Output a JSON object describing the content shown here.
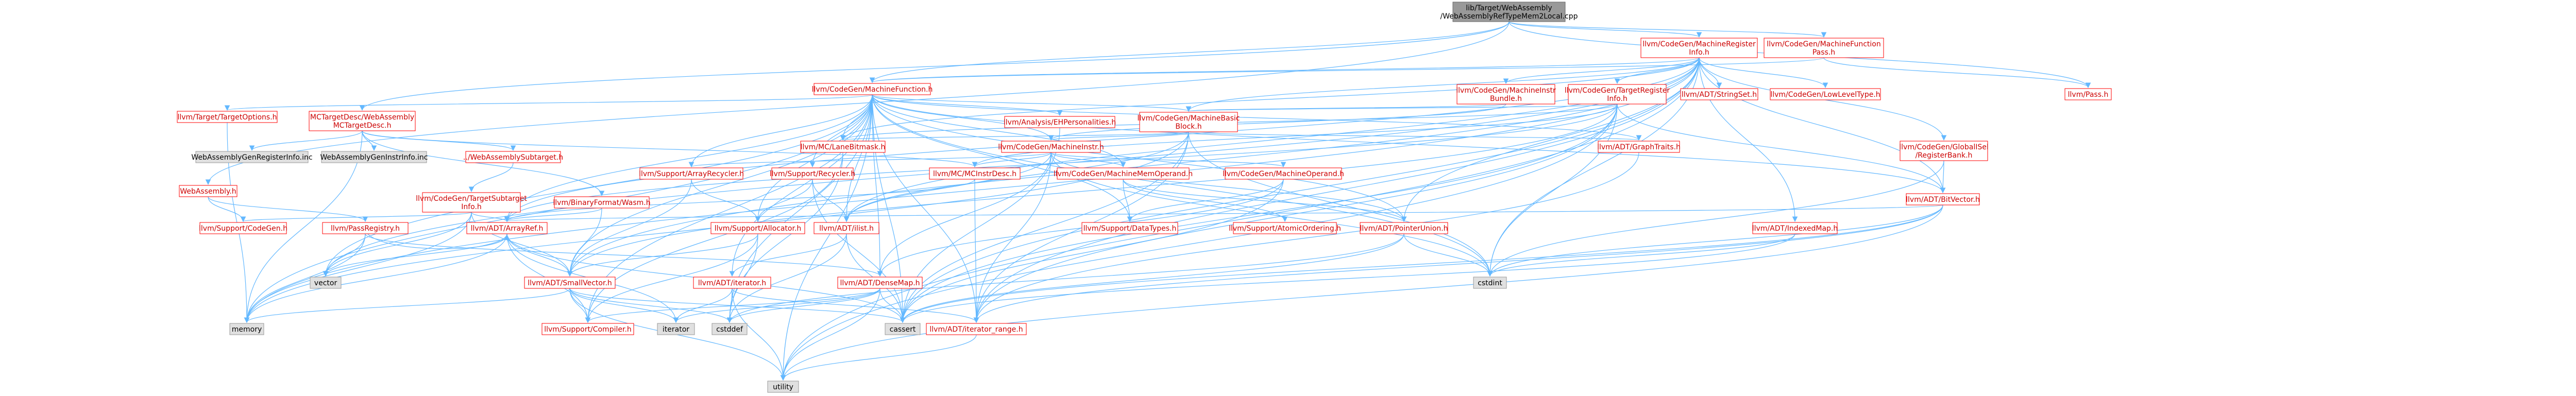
{
  "colors": {
    "root_fill": "#999999",
    "root_stroke": "#666666",
    "normal_fill": "#ffffff",
    "normal_stroke": "#ff0000",
    "leaf_fill": "#e0e0e0",
    "leaf_stroke": "#999999",
    "text_dark": "#000000",
    "text_red": "#cc0000",
    "edge": "#63b8ff"
  },
  "nodes": {
    "root": "lib/Target/WebAssembly\n/WebAssemblyRefTypeMem2Local.cpp",
    "mri": "llvm/CodeGen/MachineRegister\nInfo.h",
    "mfpass": "llvm/CodeGen/MachineFunction\nPass.h",
    "mcdesc": "MCTargetDesc/WebAssembly\nMCTargetDesc.h",
    "wasm": "WebAssembly.h",
    "mf": "llvm/CodeGen/MachineFunction.h",
    "mibundle": "llvm/CodeGen/MachineInstr\nBundle.h",
    "tri": "llvm/CodeGen/TargetRegister\nInfo.h",
    "stringset": "llvm/ADT/StringSet.h",
    "lowlevel": "llvm/CodeGen/LowLevelType.h",
    "pass": "llvm/Pass.h",
    "gisel": "llvm/CodeGen/GlobalISel\n/RegisterBank.h",
    "targetoptions": "llvm/Target/TargetOptions.h",
    "subtarget": "../WebAssemblySubtarget.h",
    "reginfoinc": "WebAssemblyGenRegisterInfo.inc",
    "instrinfoinc": "WebAssemblyGenInstrInfo.inc",
    "ehpers": "llvm/Analysis/EHPersonalities.h",
    "lanebitmask": "llvm/MC/LaneBitmask.h",
    "mbb": "llvm/CodeGen/MachineBasic\nBlock.h",
    "graphtraits": "llvm/ADT/GraphTraits.h",
    "bitvector": "llvm/ADT/BitVector.h",
    "tsi": "llvm/CodeGen/TargetSubtarget\nInfo.h",
    "binfmt": "llvm/BinaryFormat/Wasm.h",
    "arrayrecycler": "llvm/Support/ArrayRecycler.h",
    "recycler": "llvm/Support/Recycler.h",
    "mcinstrdesc": "llvm/MC/MCInstrDesc.h",
    "machineinstr": "llvm/CodeGen/MachineInstr.h",
    "memoperand": "llvm/CodeGen/MachineMemOperand.h",
    "operand": "llvm/CodeGen/MachineOperand.h",
    "pointerunion": "llvm/ADT/PointerUnion.h",
    "indexedmap": "llvm/ADT/IndexedMap.h",
    "codegen": "llvm/Support/CodeGen.h",
    "passregistry": "llvm/PassRegistry.h",
    "arrayref": "llvm/ADT/ArrayRef.h",
    "allocator": "llvm/Support/Allocator.h",
    "ilist": "llvm/ADT/ilist.h",
    "datatypes": "llvm/Support/DataTypes.h",
    "atomicordering": "llvm/Support/AtomicOrdering.h",
    "smallvector": "llvm/ADT/SmallVector.h",
    "adtiterator": "llvm/ADT/iterator.h",
    "densemap": "llvm/ADT/DenseMap.h",
    "compiler": "llvm/Support/Compiler.h",
    "iterrange": "llvm/ADT/iterator_range.h",
    "vector": "vector",
    "memory": "memory",
    "iterator": "iterator",
    "cstddef": "cstddef",
    "cassert": "cassert",
    "cstdint": "cstdint",
    "utility": "utility"
  }
}
